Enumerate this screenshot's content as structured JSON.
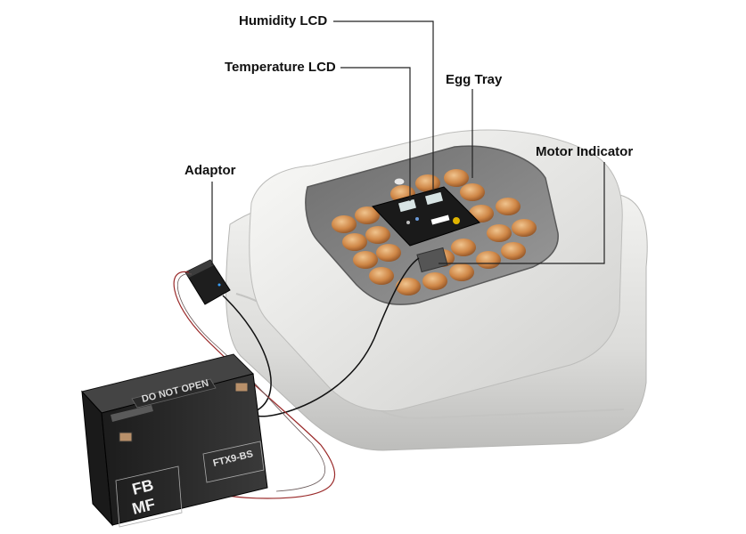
{
  "labels": {
    "humidity_lcd": "Humidity LCD",
    "temperature_lcd": "Temperature LCD",
    "egg_tray": "Egg Tray",
    "motor_indicator": "Motor Indicator",
    "adaptor": "Adaptor"
  },
  "battery": {
    "lid_text": "DO NOT OPEN",
    "brand": "FB",
    "brand_sub": "MF",
    "model": "FTX9-BS"
  },
  "colors": {
    "housing": "#e6e6e4",
    "lid_glass": "#8a8a8a",
    "egg": "#d08a4c",
    "battery": "#2a2a2a",
    "wire_red": "#9a2a2a",
    "wire_black": "#111111"
  }
}
